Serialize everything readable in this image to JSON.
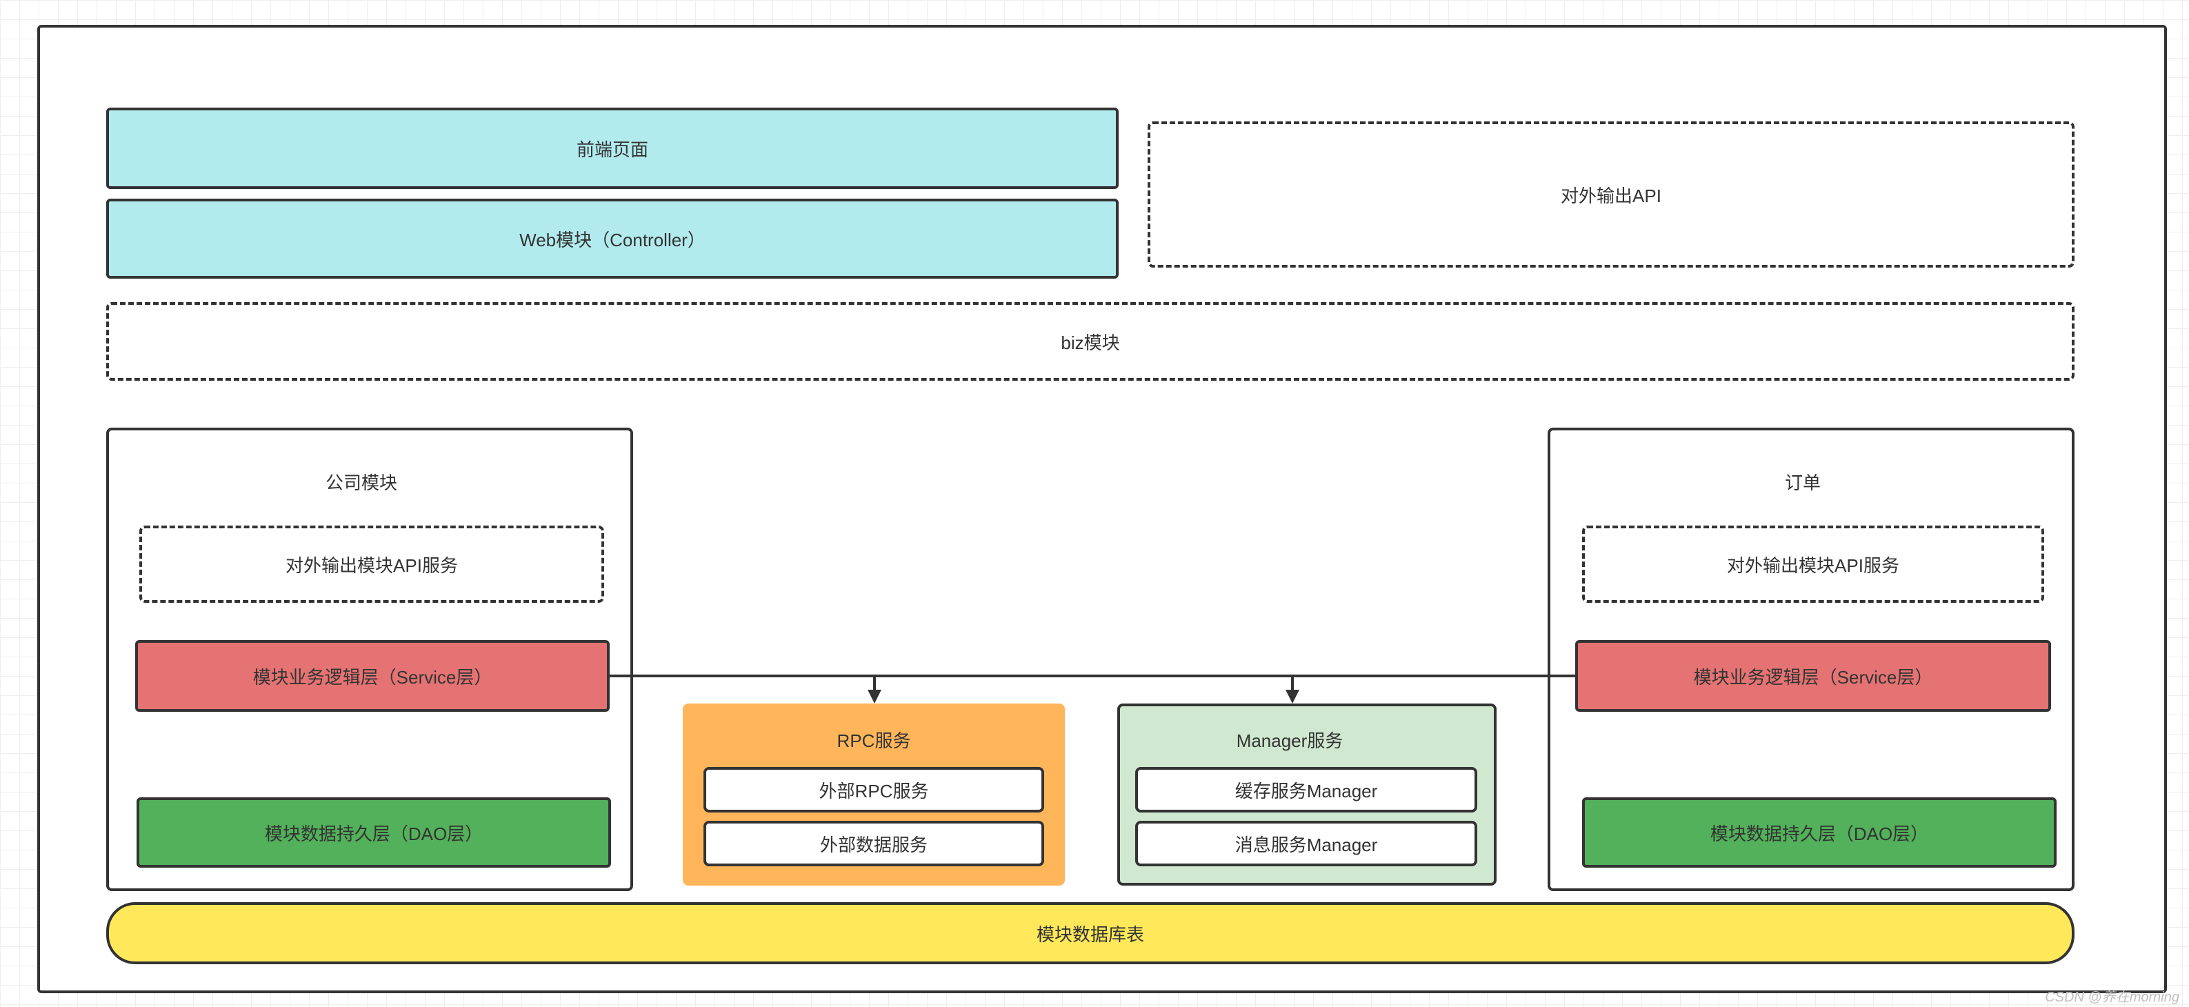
{
  "frontend": {
    "label": "前端页面"
  },
  "web": {
    "label": "Web模块（Controller）"
  },
  "external_api": {
    "label": "对外输出API"
  },
  "biz": {
    "label": "biz模块"
  },
  "company": {
    "title": "公司模块",
    "api_service": "对外输出模块API服务",
    "service_layer": "模块业务逻辑层（Service层）",
    "dao_layer": "模块数据持久层（DAO层）"
  },
  "order": {
    "title": "订单",
    "api_service": "对外输出模块API服务",
    "service_layer": "模块业务逻辑层（Service层）",
    "dao_layer": "模块数据持久层（DAO层）"
  },
  "rpc": {
    "title": "RPC服务",
    "items": [
      "外部RPC服务",
      "外部数据服务"
    ]
  },
  "manager": {
    "title": "Manager服务",
    "items": [
      "缓存服务Manager",
      "消息服务Manager"
    ]
  },
  "database": {
    "label": "模块数据库表"
  },
  "watermark": "CSDN @养在morning",
  "colors": {
    "cyan": "#b2ebee",
    "service_red": "#e57373",
    "dao_green": "#52b15a",
    "database_yellow": "#ffe95a",
    "rpc_orange": "#ffb65a",
    "manager_green": "#cfe8cf",
    "line": "#333333"
  }
}
